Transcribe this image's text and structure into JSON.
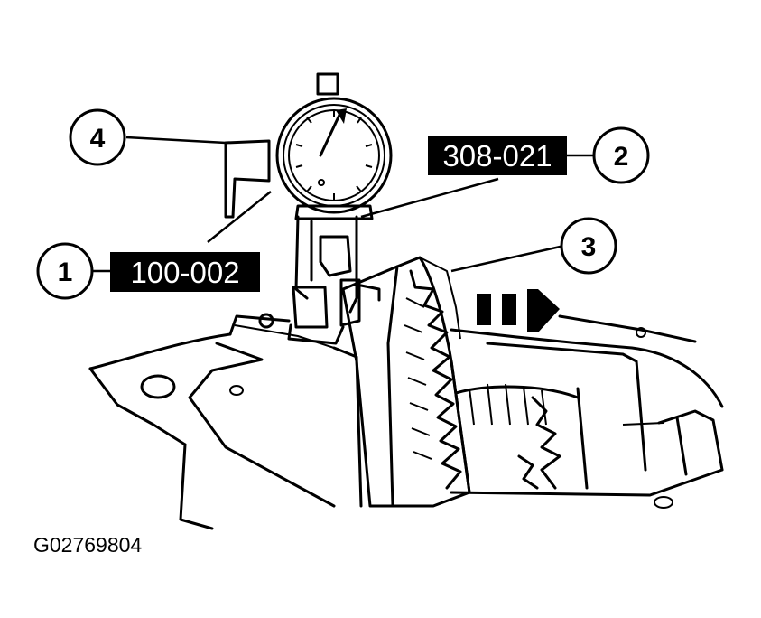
{
  "callouts": [
    {
      "number": "1"
    },
    {
      "number": "2"
    },
    {
      "number": "3"
    },
    {
      "number": "4"
    }
  ],
  "tool_tags": [
    {
      "label": "100-002"
    },
    {
      "label": "308-021"
    }
  ],
  "figure_id": "G02769804",
  "colors": {
    "line": "#000000",
    "background": "#ffffff",
    "tag_fill": "#000000",
    "tag_text": "#ffffff"
  }
}
